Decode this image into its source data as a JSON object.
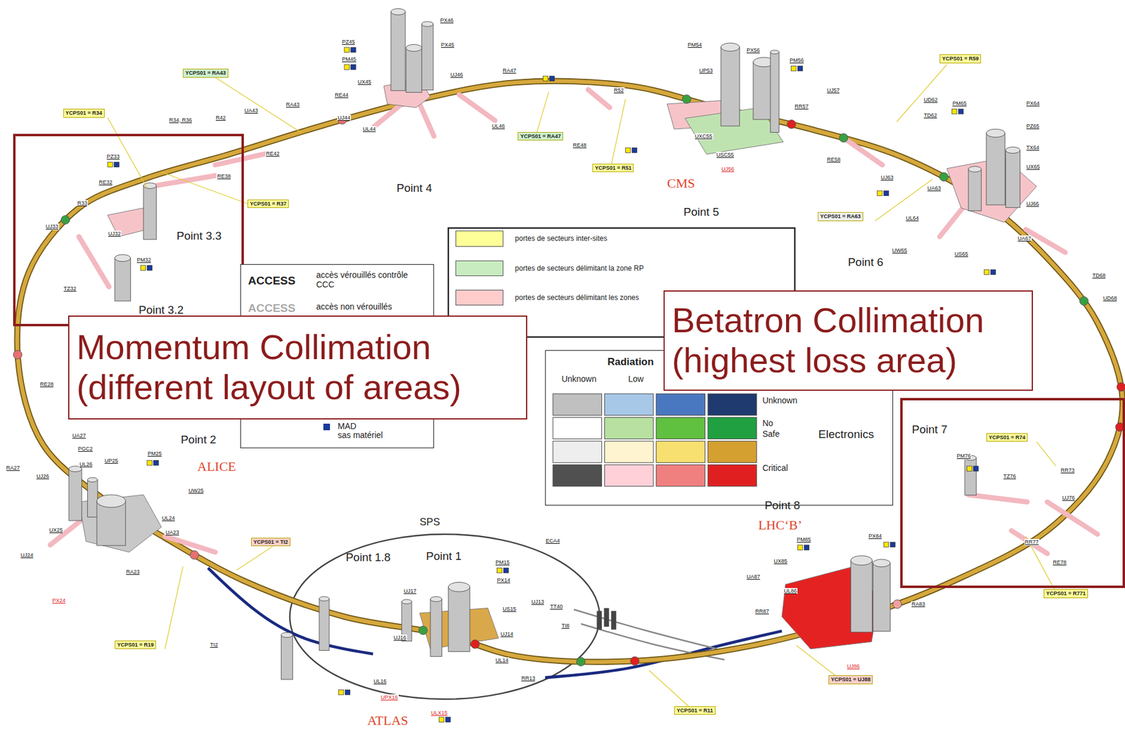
{
  "diagram": {
    "nodes": [
      {
        "text": [
          "YCPS01 = R59"
        ]
      },
      {
        "text": [
          "YCPS01 = RA43"
        ]
      },
      {
        "text": [
          "YCPS01 = R34"
        ]
      },
      {
        "text": [
          "YCPS01 = RA47"
        ]
      },
      {
        "text": [
          "Point 3.3",
          "Point 3.2"
        ]
      },
      {
        "text": [
          "YCPS01 = R51"
        ]
      },
      {
        "text": [
          "YCPS01 = R37"
        ]
      },
      {
        "text": [
          "YCPS01 = RA63"
        ]
      },
      {
        "text": [
          "ACCESS",
          "accès vérouillés contrôle CCC",
          "ACCESS",
          "accès non vérouillés",
          "MAD",
          "sas matériel"
        ]
      },
      {
        "text": [
          "Betatron Collimation (highest loss area)"
        ]
      },
      {
        "text": [
          "Momentum Collimation (different layout of areas)"
        ]
      },
      {
        "text": [
          "Radiation",
          "Unknown",
          "Low",
          "Unknown",
          "No",
          "Safe",
          "Critical",
          "Electronics"
        ]
      },
      {
        "text": [
          "Point 7"
        ]
      },
      {
        "text": [
          "YCPS01 = R74"
        ],
        "in": 12
      },
      {
        "text": [
          "YCPS01 = TI2"
        ]
      },
      {
        "text": [
          "YCPS01 = R771"
        ]
      },
      {
        "text": [
          "YCPS01 = R19"
        ]
      },
      {
        "text": [
          "YCPS01 = UJ88"
        ]
      },
      {
        "text": [
          "YCPS01 = R11"
        ]
      }
    ],
    "labels": [
      "Point 4",
      "CMS",
      "Point 5",
      "Point 6",
      "Point 8",
      "LHC‘B’",
      "Point 2",
      "ALICE",
      "SPS",
      "Point 1.8",
      "Point 1",
      "ATLAS",
      "PZ33",
      "RE32",
      "R33",
      "UJ33",
      "UJ32",
      "TZ32",
      "PM32",
      "R34, R36",
      "RE38",
      "R42",
      "UA43",
      "RE42",
      "RA43",
      "PZ45",
      "PM45",
      "UX45",
      "PX46",
      "PX45",
      "RE44",
      "UJ44",
      "UL44",
      "UJ46",
      "RA47",
      "UL46",
      "RE48",
      "R52",
      "PM54",
      "PX56",
      "PM56",
      "UP53",
      "UXC55",
      "USC55",
      "UJ56",
      "UJ57",
      "RR57",
      "RE58",
      "PM65",
      "PX64",
      "PZ65",
      "TX64",
      "UX65",
      "UJ66",
      "UD62",
      "TD62",
      "UJ63",
      "UA63",
      "UL64",
      "UW65",
      "US65",
      "UA67",
      "TD68",
      "UD68",
      "PM76",
      "TZ76",
      "RR73",
      "UJ76",
      "RR77",
      "RE78",
      "PM85",
      "PX84",
      "UX85",
      "UA87",
      "UL86",
      "RR87",
      "UJ86",
      "RA83",
      "PM15",
      "PX14",
      "US15",
      "UJ14",
      "UL14",
      "RR13",
      "UJ13",
      "UJ17",
      "UJ16",
      "UL16",
      "UPX16",
      "ULX15",
      "TI8",
      "TI2",
      "PX24",
      "PM25",
      "UX25",
      "UA23",
      "UA27",
      "UJ26",
      "UL26",
      "PGC2",
      "UW25",
      "UP25",
      "RA23",
      "RA27",
      "UJ24",
      "UL24",
      "RE28",
      "ECA4",
      "TT40"
    ],
    "legend": [
      {
        "text": "portes de secteurs inter-sites",
        "color": "#ffff99"
      },
      {
        "text": "portes de secteurs délimitant la zone RP",
        "color": "#c8ecc0"
      },
      {
        "text": "portes de secteurs délimitant les zones",
        "color": "#ffcccc"
      }
    ]
  }
}
